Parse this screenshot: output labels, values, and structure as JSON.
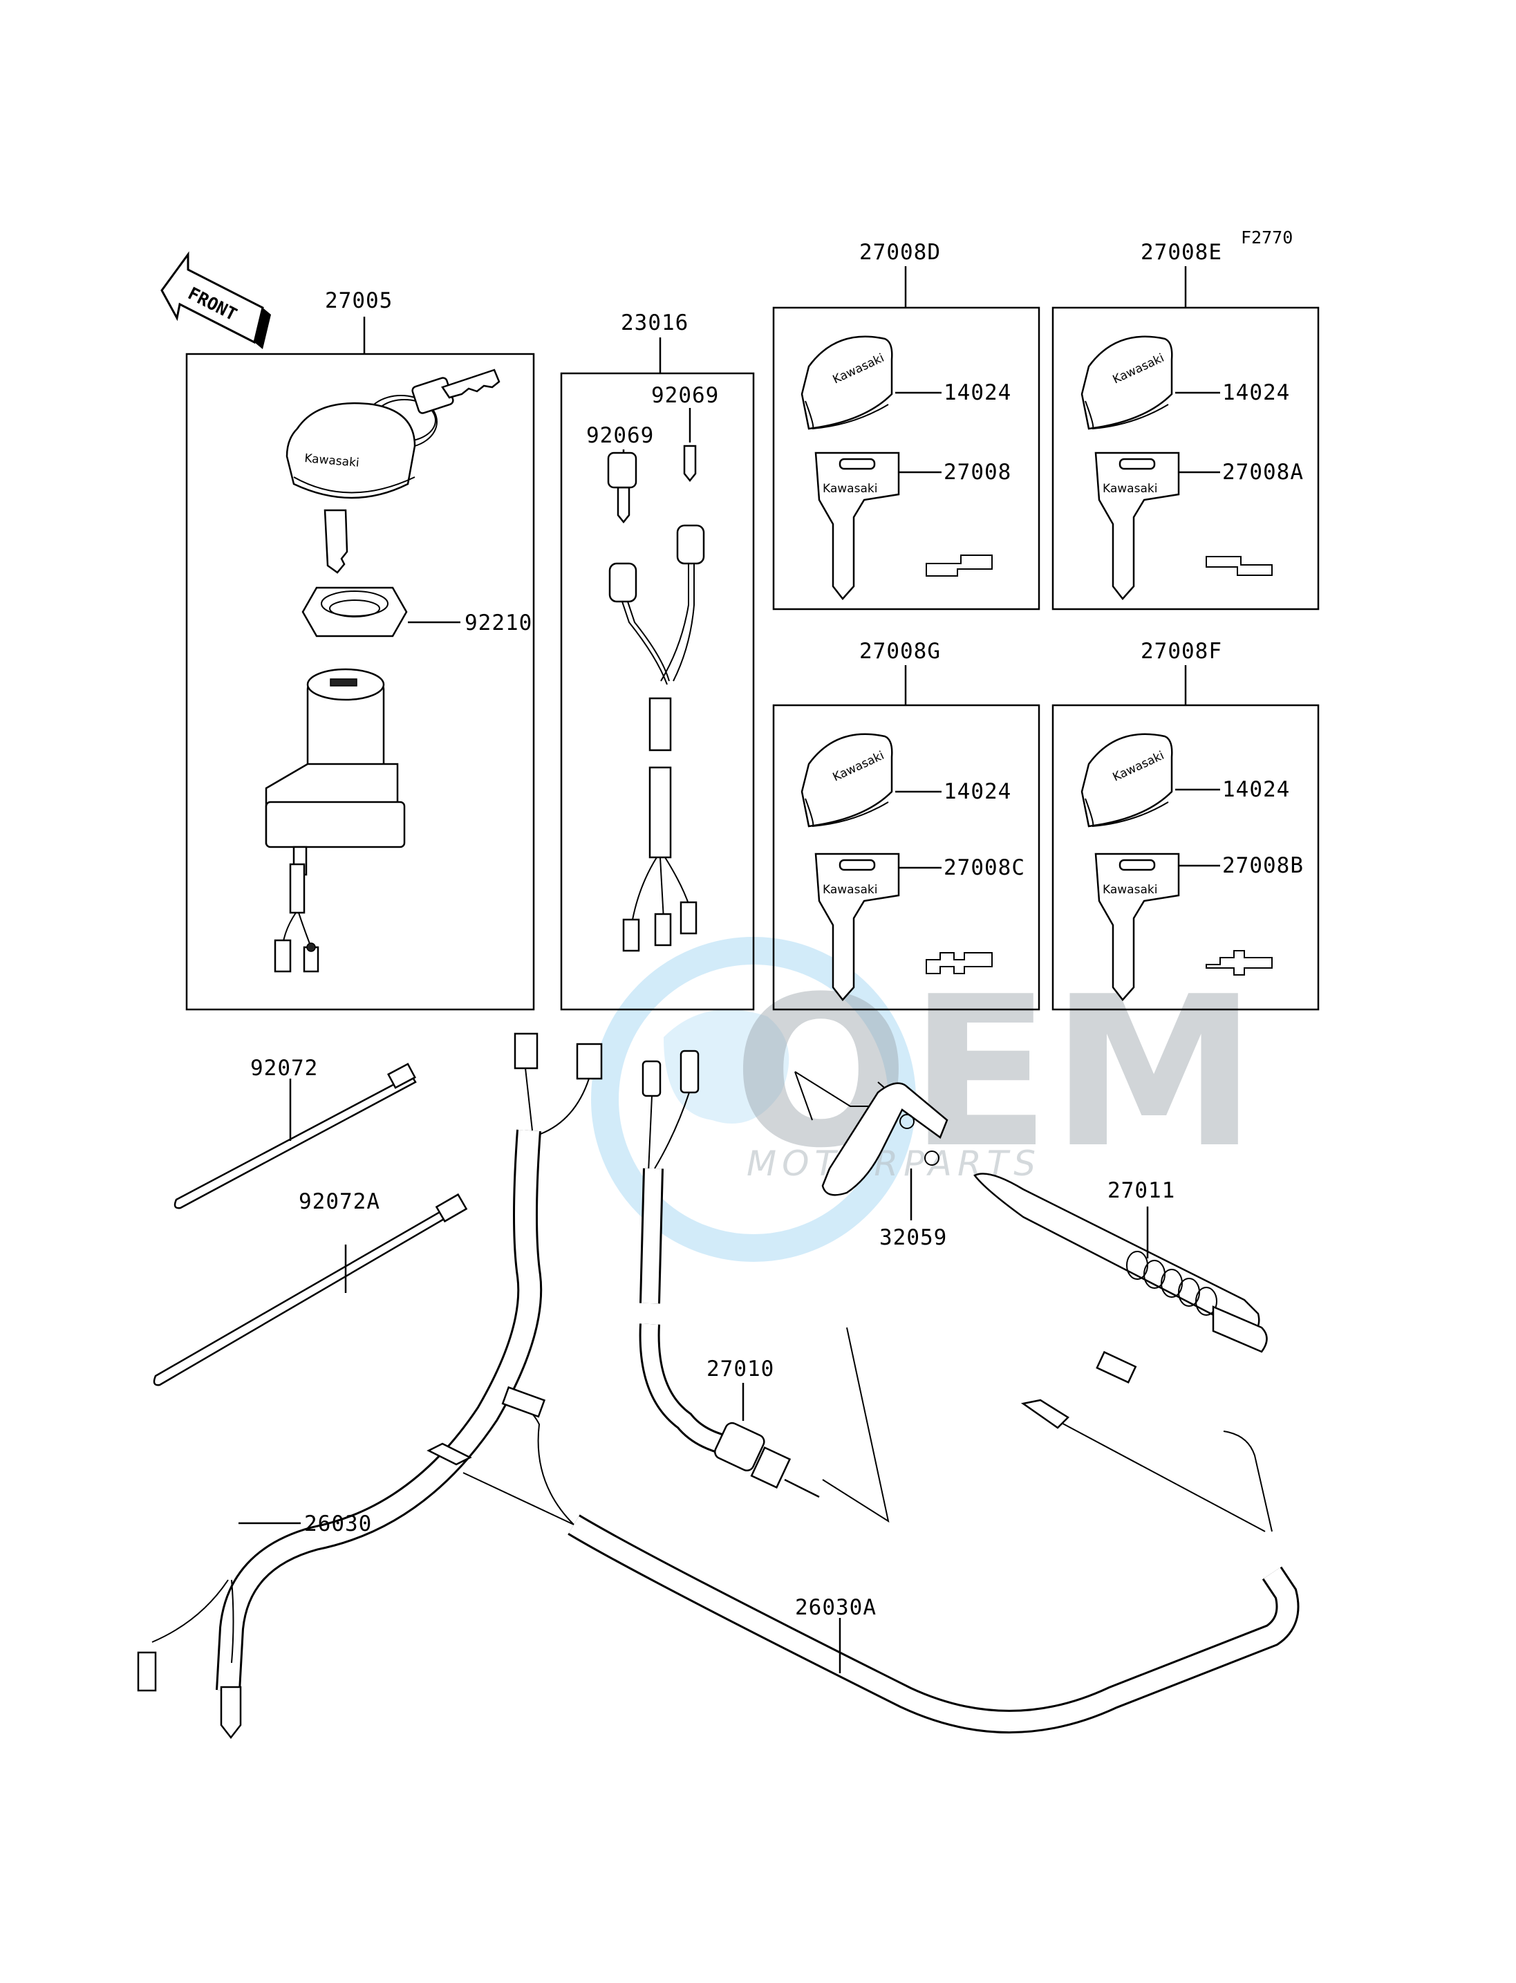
{
  "figure_id": "F2770",
  "front_arrow_label": "FRONT",
  "brand_text": "Kawasaki",
  "watermark": {
    "main": "OEM",
    "sub": "MOTORPARTS",
    "color": "#9aa3aa",
    "accent": "#7fc6ef"
  },
  "labels": {
    "p27005": "27005",
    "p92210": "92210",
    "p23016": "23016",
    "p92069_a": "92069",
    "p92069_b": "92069",
    "p27008D": "27008D",
    "p27008E": "27008E",
    "p27008G": "27008G",
    "p27008F": "27008F",
    "p14024_a": "14024",
    "p14024_b": "14024",
    "p14024_c": "14024",
    "p14024_d": "14024",
    "p27008": "27008",
    "p27008A": "27008A",
    "p27008C": "27008C",
    "p27008B": "27008B",
    "p92072": "92072",
    "p92072A": "92072A",
    "p32059": "32059",
    "p27011": "27011",
    "p27010": "27010",
    "p26030": "26030",
    "p26030A": "26030A"
  }
}
